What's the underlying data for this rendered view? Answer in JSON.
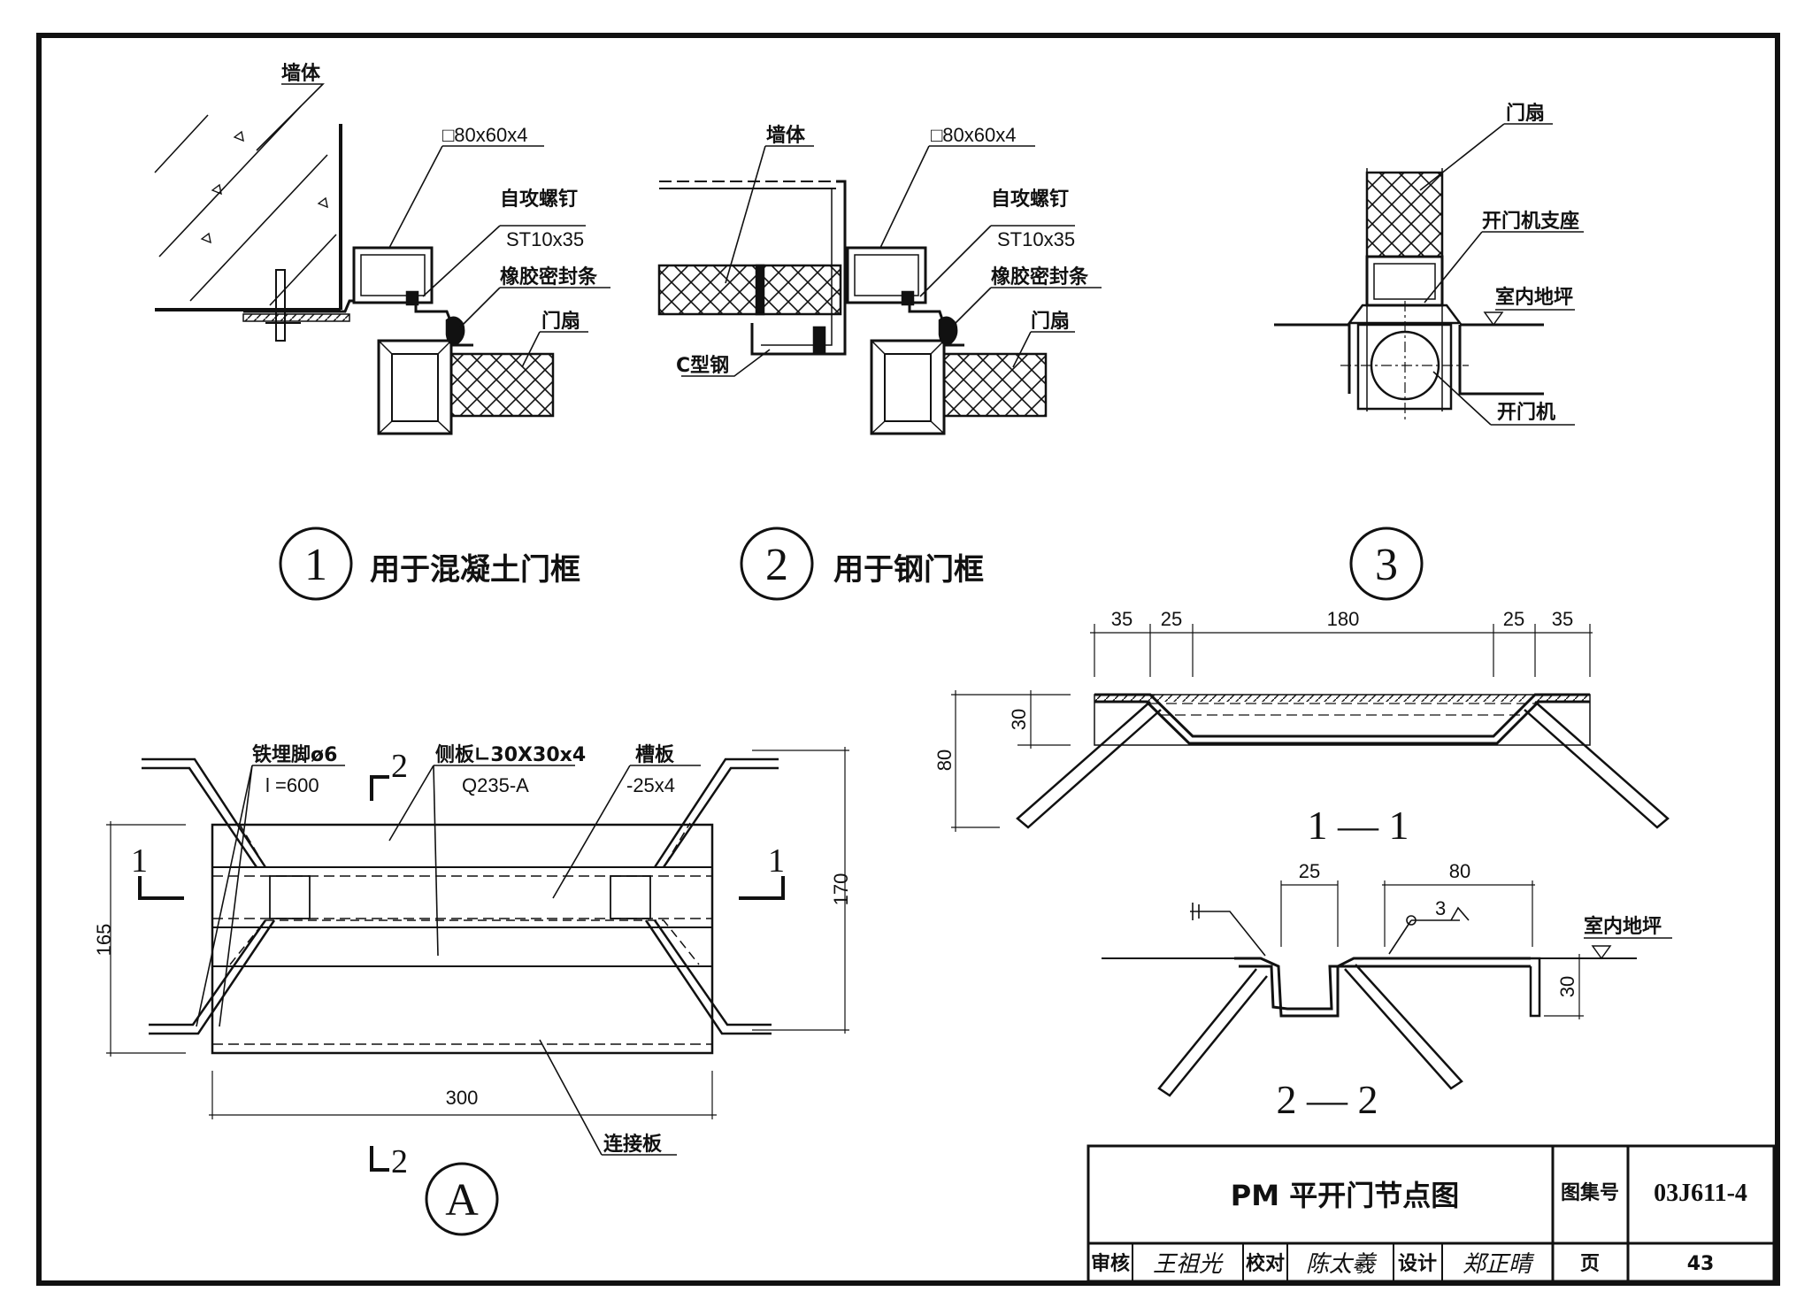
{
  "details": {
    "d1": {
      "wall": "墙体",
      "tube": "□80x60x4",
      "screw": "自攻螺钉",
      "screw_spec": "ST10x35",
      "seal": "橡胶密封条",
      "leaf": "门扇",
      "number": "1",
      "caption": "用于混凝土门框"
    },
    "d2": {
      "wall": "墙体",
      "tube": "□80x60x4",
      "screw": "自攻螺钉",
      "screw_spec": "ST10x35",
      "seal": "橡胶密封条",
      "leaf": "门扇",
      "csteel": "C型钢",
      "number": "2",
      "caption": "用于钢门框"
    },
    "d3": {
      "leaf": "门扇",
      "support": "开门机支座",
      "floor": "室内地坪",
      "opener": "开门机",
      "number": "3"
    },
    "dA": {
      "anchor": "铁埋脚ø6",
      "anchor_len": "l =600",
      "side": "侧板∟30X30x4",
      "side_mat": "Q235-A",
      "slot": "槽板",
      "slot_spec": "-25x4",
      "connector": "连接板",
      "number": "A",
      "dim_width": "300",
      "dim_left": "165",
      "dim_right": "170",
      "cut1": "1",
      "cut2": "2"
    },
    "s11": {
      "title": "1 — 1",
      "dims_top": [
        "35",
        "25",
        "180",
        "25",
        "35"
      ],
      "dim_h1": "30",
      "dim_h2": "80"
    },
    "s22": {
      "title": "2 — 2",
      "dim_a": "25",
      "dim_b": "80",
      "weld": "3",
      "floor": "室内地坪",
      "dim_h": "30"
    }
  },
  "title_block": {
    "title": "PM 平开门节点图",
    "atlas_label": "图集号",
    "atlas_no": "03J611-4",
    "review_label": "审核",
    "review_sig": "王祖光",
    "check_label": "校对",
    "check_sig": "陈太羲",
    "design_label": "设计",
    "design_sig": "郑正晴",
    "page_label": "页",
    "page_no": "43"
  },
  "colors": {
    "ink": "#111111",
    "paper": "#ffffff"
  }
}
